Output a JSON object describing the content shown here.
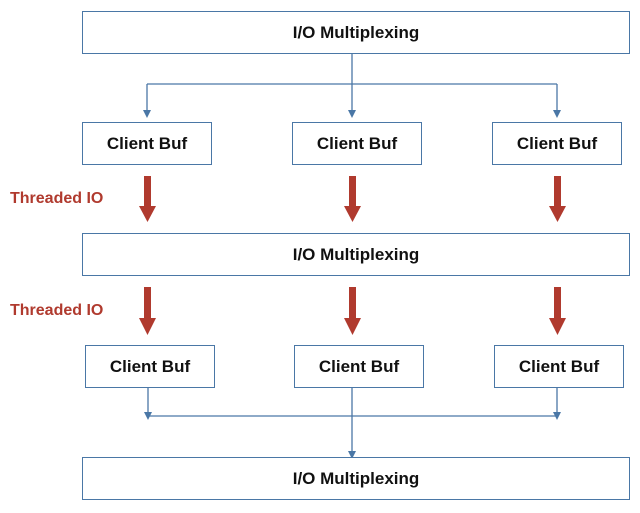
{
  "diagram": {
    "mux_label": "I/O Multiplexing",
    "client_label": "Client Buf",
    "side_label": "Threaded IO",
    "colors": {
      "box_border": "#4a77a6",
      "connector": "#4a77a6",
      "thread_arrow": "#b03a2e",
      "side_label": "#b03a2e",
      "text": "#111111"
    }
  }
}
